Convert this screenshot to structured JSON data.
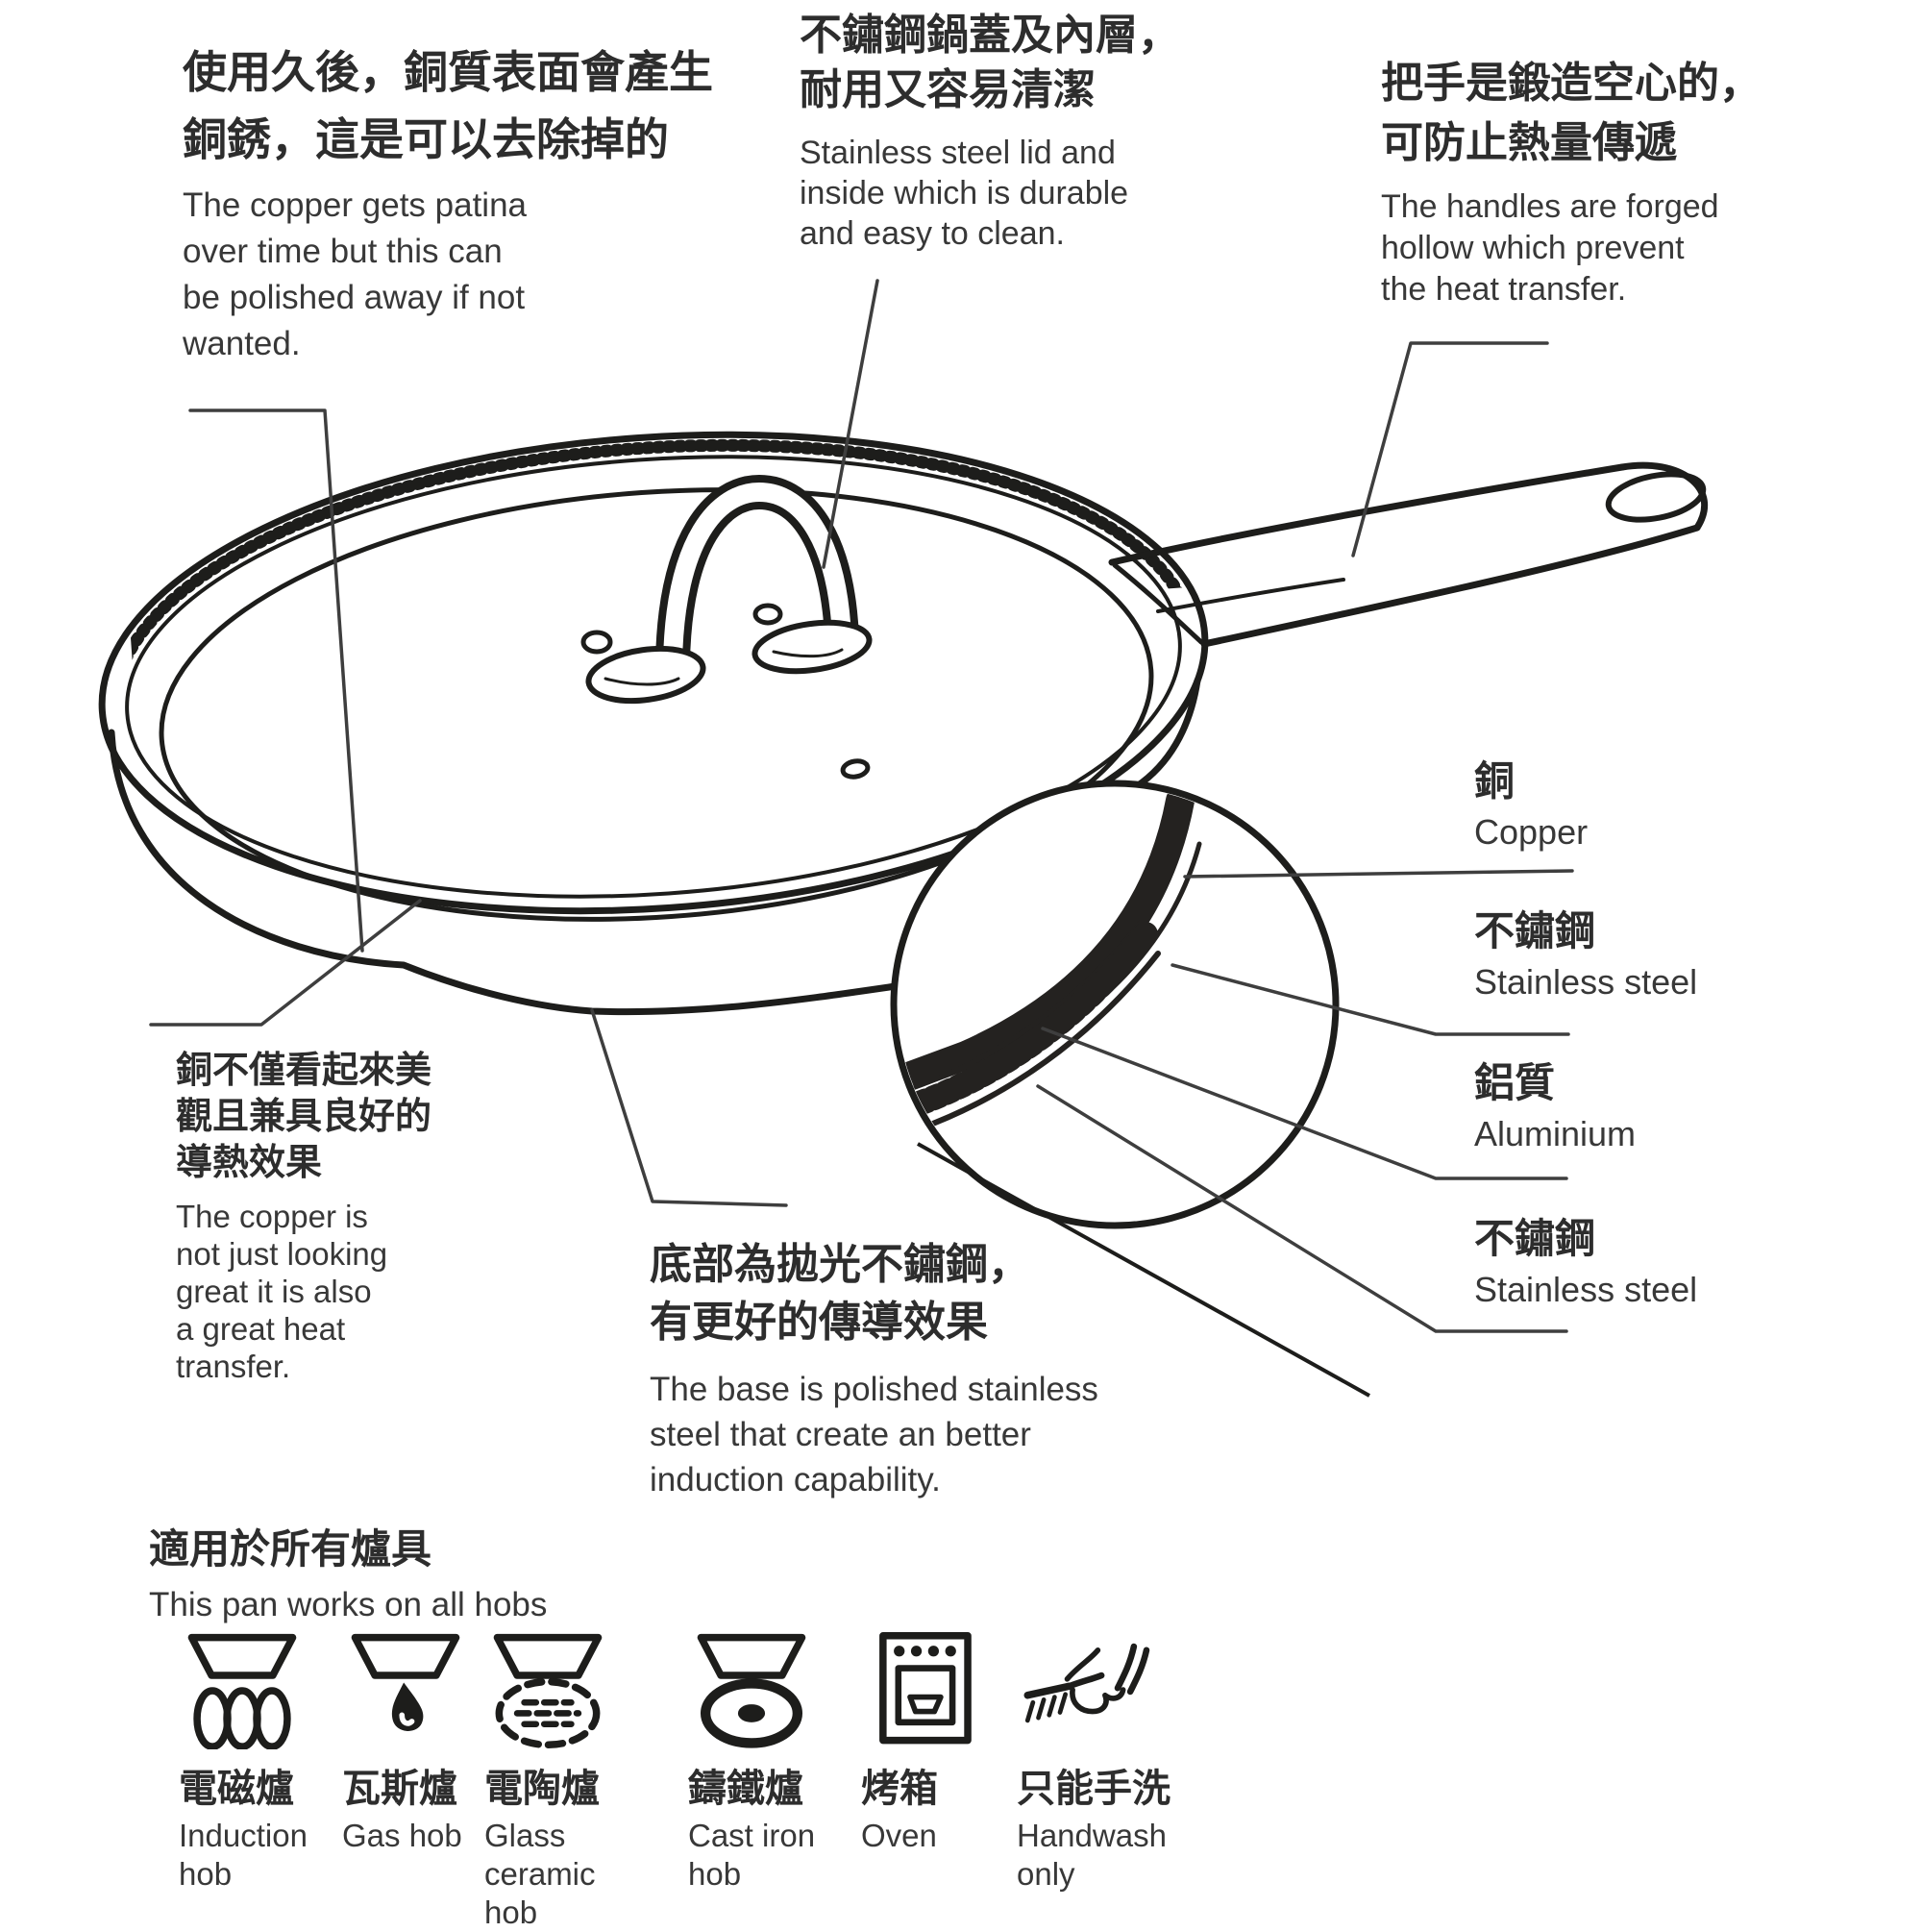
{
  "colors": {
    "ink": "#1d1d1b",
    "text_primary": "#2d2d2d",
    "leader_line": "#3e3e3e",
    "background": "#ffffff"
  },
  "callouts": {
    "patina": {
      "zh": "使用久後，銅質表面會產生\n銅銹，這是可以去除掉的",
      "en": "The copper gets patina\nover time but this can\nbe polished away if not\nwanted."
    },
    "lid": {
      "zh": "不鏽鋼鍋蓋及內層，\n耐用又容易清潔",
      "en": "Stainless steel lid and\ninside which is durable\nand easy to clean."
    },
    "handle": {
      "zh": "把手是鍛造空心的，\n可防止熱量傳遞",
      "en": "The handles are forged\nhollow which prevent\nthe heat transfer."
    },
    "copper_body": {
      "zh": "銅不僅看起來美\n觀且兼具良好的\n導熱效果",
      "en": "The copper is\nnot just looking\ngreat it is also\na great heat\ntransfer."
    },
    "base": {
      "zh": "底部為拋光不鏽鋼，\n有更好的傳導效果",
      "en": "The base is polished stainless\nsteel that create an better\ninduction capability."
    }
  },
  "layers": [
    {
      "zh": "銅",
      "en": "Copper"
    },
    {
      "zh": "不鏽鋼",
      "en": "Stainless steel"
    },
    {
      "zh": "鋁質",
      "en": "Aluminium"
    },
    {
      "zh": "不鏽鋼",
      "en": "Stainless steel"
    }
  ],
  "hobs": {
    "title_zh": "適用於所有爐具",
    "title_en": "This pan works on all hobs",
    "items": [
      {
        "icon": "induction-hob-icon",
        "zh": "電磁爐",
        "en": "Induction\nhob"
      },
      {
        "icon": "gas-hob-icon",
        "zh": "瓦斯爐",
        "en": "Gas hob"
      },
      {
        "icon": "glass-ceramic-hob-icon",
        "zh": "電陶爐",
        "en": "Glass\nceramic\nhob"
      },
      {
        "icon": "cast-iron-hob-icon",
        "zh": "鑄鐵爐",
        "en": "Cast iron\nhob"
      },
      {
        "icon": "oven-icon",
        "zh": "烤箱",
        "en": "Oven"
      },
      {
        "icon": "handwash-only-icon",
        "zh": "只能手洗",
        "en": "Handwash\nonly"
      }
    ]
  }
}
